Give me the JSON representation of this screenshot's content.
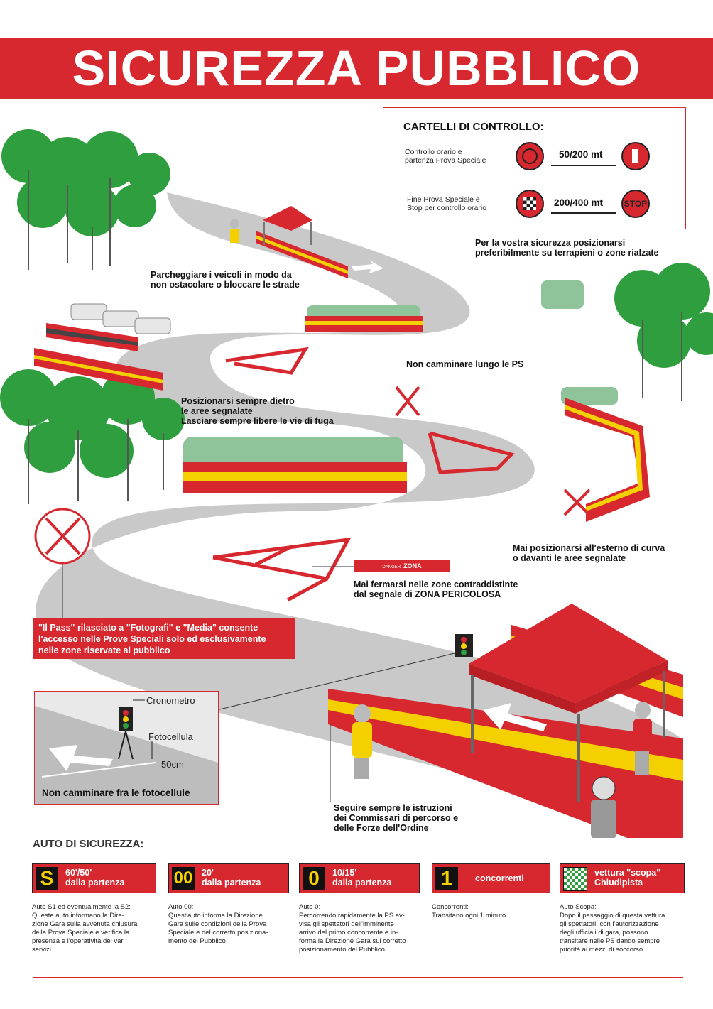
{
  "title": "SICUREZZA PUBBLICO",
  "cartelli": {
    "title": "CARTELLI DI CONTROLLO:",
    "row1_text": [
      "Controllo orario e",
      "partenza Prova Speciale"
    ],
    "row1_distance": "50/200 mt",
    "row2_text": [
      "Fine Prova Speciale e",
      "Stop per controllo orario"
    ],
    "row2_distance": "200/400 mt",
    "stop_sign": "STOP"
  },
  "labels": {
    "parking": [
      "Parcheggiare i veicoli in modo da",
      "non ostacolare o bloccare le strade"
    ],
    "elevated": [
      "Per la vostra sicurezza posizionarsi",
      "preferibilmente su terrapieni o zone rialzate"
    ],
    "no_walk_ps": "Non camminare lungo le PS",
    "behind_areas": [
      "Posizionarsi sempre dietro",
      "le aree segnalate",
      "Lasciare sempre libere le vie di fuga"
    ],
    "outside_curve": [
      "Mai posizionarsi all'esterno di curva",
      "o davanti le aree segnalate"
    ],
    "danger_zone_sign": "ZONA PERICOLOSA",
    "danger_word": "DANGER",
    "danger_zone": [
      "Mai fermarsi nelle zone contraddistinte",
      "dal segnale di ZONA PERICOLOSA"
    ],
    "pass": [
      "\"Il Pass\" rilasciato a \"Fotografi\" e \"Media\" consente",
      "l'accesso nelle Prove Speciali solo ed esclusivamente",
      "nelle zone riservate al pubblico"
    ],
    "follow": [
      "Seguire sempre le istruzioni",
      "dei Commissari di percorso e",
      "delle Forze dell'Ordine"
    ]
  },
  "inset": {
    "cronometro": "Cronometro",
    "fotocellula": "Fotocellula",
    "distance": "50cm",
    "warning": "Non camminare fra le fotocellule"
  },
  "auto": {
    "title": "AUTO DI SICUREZZA:",
    "items": [
      {
        "icon": "S",
        "label": [
          "60'/50'",
          "dalla partenza"
        ],
        "desc": [
          "Auto S1 ed eventualmente la S2:",
          "Queste auto informano la Dire-",
          "zione Gara sulla avvenuta chiusura",
          "della Prova Speciale e verifica la",
          "presenza e l'operatività dei vari",
          "servizi."
        ]
      },
      {
        "icon": "00",
        "label": [
          "20'",
          "dalla partenza"
        ],
        "desc": [
          "Auto 00:",
          "Quest'auto informa la Direzione",
          "Gara sulle condizioni della Prova",
          "Speciale e del corretto posiziona-",
          "mento del Pubblico"
        ]
      },
      {
        "icon": "0",
        "label": [
          "10/15'",
          "dalla partenza"
        ],
        "desc": [
          "Auto 0:",
          "Percorrendo rapidamente la PS av-",
          "visa gli spettatori dell'imminente",
          "arrivo del primo concorrente e in-",
          "forma la Direzione Gara sul corretto",
          "posizionamento del Pubblico"
        ]
      },
      {
        "icon": "1",
        "label": [
          "concorrenti"
        ],
        "desc": [
          "Concorrenti:",
          "Transitano ogni 1 minuto"
        ]
      },
      {
        "icon": "checkered-flag-icon",
        "label": [
          "vettura \"scopa\"",
          "Chiudipista"
        ],
        "desc": [
          "Auto Scopa:",
          "Dopo il passaggio di questa vettura",
          "gli spettatori, con l'autorizzazione",
          "degli ufficiali di gara, possono",
          "transitare nelle PS dando sempre",
          "priorità ai mezzi di soccorso."
        ]
      }
    ]
  },
  "colors": {
    "red": "#d7282f",
    "yellow": "#f5d000",
    "road": "#c8c8c8",
    "tree": "#2e9e3e"
  }
}
